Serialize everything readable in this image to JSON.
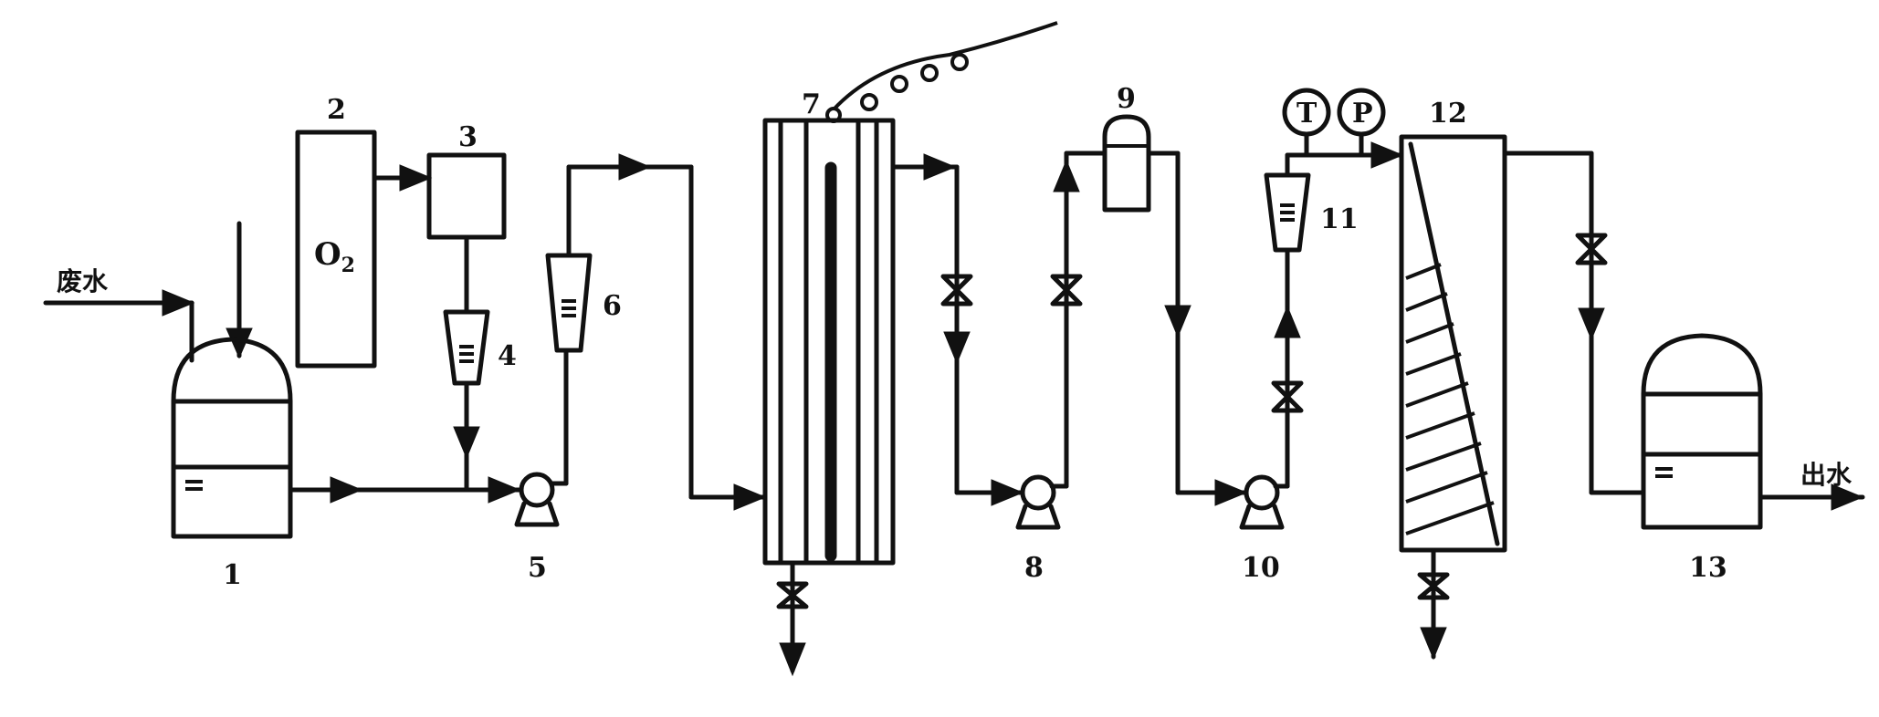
{
  "labels": {
    "inlet": "废水",
    "outlet": "出水",
    "n1": "1",
    "n2": "2",
    "n3": "3",
    "n4": "4",
    "n5": "5",
    "n6": "6",
    "n7": "7",
    "n8": "8",
    "n9": "9",
    "n10": "10",
    "n11": "11",
    "n12": "12",
    "n13": "13",
    "oxygen_main": "O",
    "oxygen_sub": "2",
    "temperature_gauge": "T",
    "pressure_gauge": "P"
  },
  "colors": {
    "ink": "#111111",
    "background": "#ffffff"
  }
}
